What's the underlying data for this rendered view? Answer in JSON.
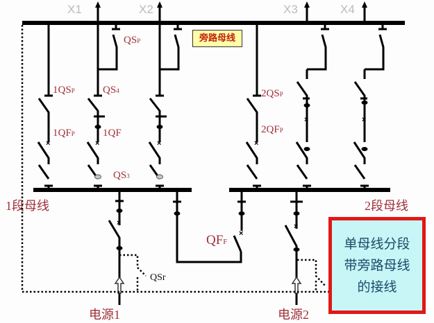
{
  "feeders": {
    "x1": "X1",
    "x2": "X2",
    "x3": "X3",
    "x4": "X4"
  },
  "bypass_bus_label": "旁路母线",
  "section_bus_1": "1段母线",
  "section_bus_2": "2段母线",
  "labels": {
    "qsp": {
      "base": "QS",
      "sub": "P"
    },
    "qs1p": {
      "base": "1QS",
      "sub": "P"
    },
    "qs4": {
      "base": "QS",
      "sub": "4"
    },
    "qf1p": {
      "base": "1QF",
      "sub": "P"
    },
    "qf1": {
      "base": "1QF"
    },
    "qs3": {
      "base": "QS",
      "sub": "3"
    },
    "qs2p": {
      "base": "2QS",
      "sub": "P"
    },
    "qf2p": {
      "base": "2QF",
      "sub": "P"
    },
    "qff": {
      "base": "QF",
      "sub": "F"
    },
    "qsr": {
      "base": "QSr"
    }
  },
  "sources": {
    "s1": "电源1",
    "s2": "电源2"
  },
  "title_box": {
    "line1": "单母线分段",
    "line2": "带旁路母线",
    "line3": "的接线"
  },
  "colors": {
    "label": "#a0303a",
    "box_border": "#e01818",
    "box_fill": "#c8f5f5",
    "bypass_fill": "#ffffa8"
  }
}
